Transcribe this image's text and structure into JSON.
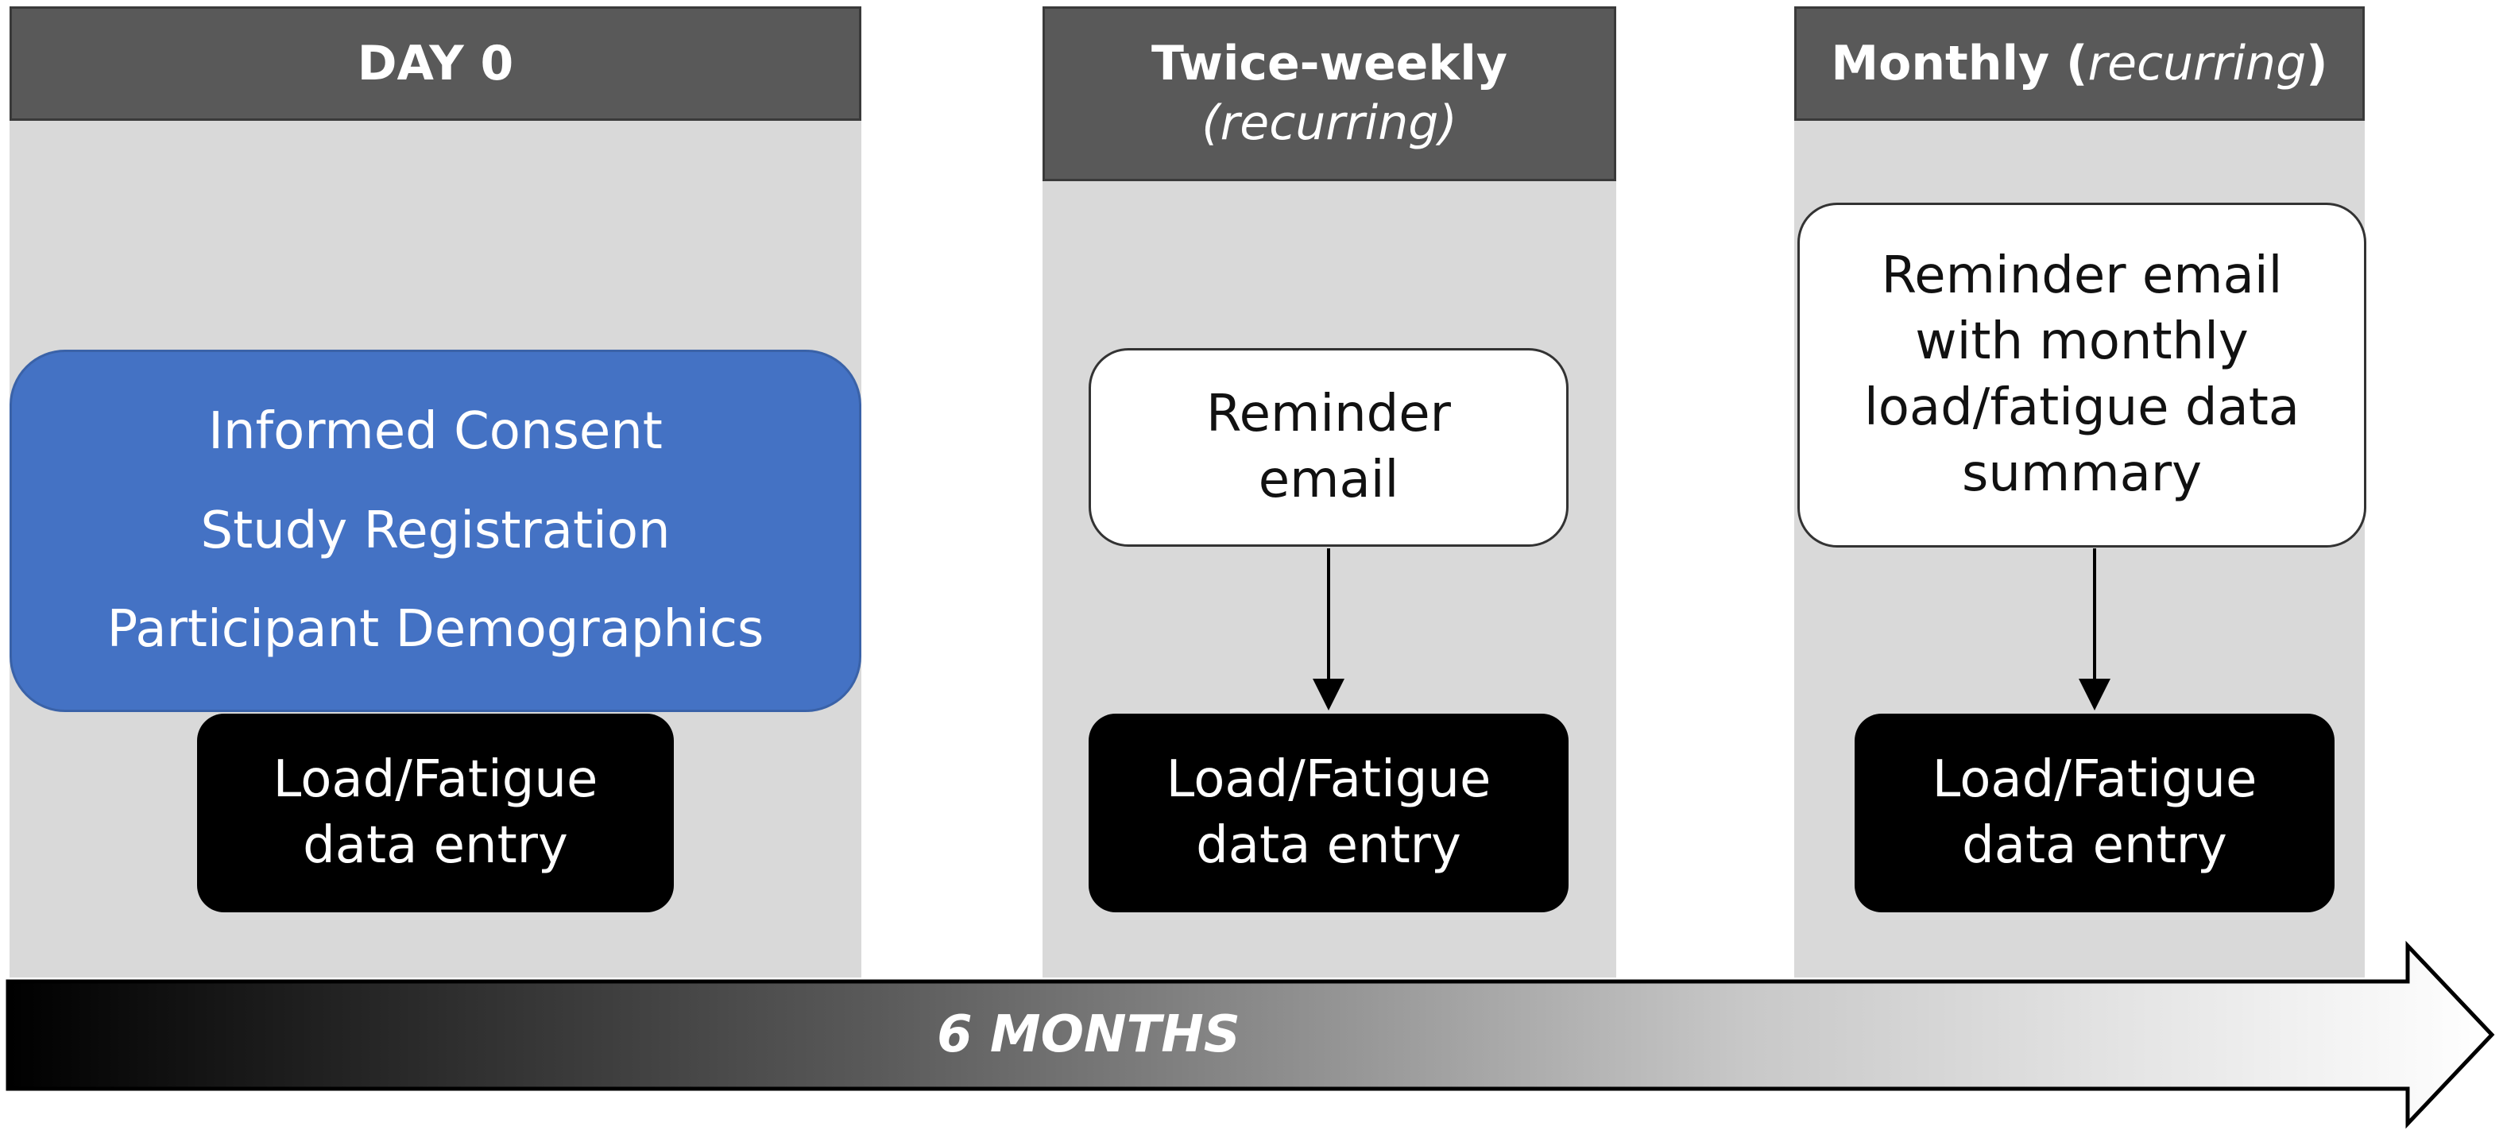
{
  "columns": [
    {
      "header": {
        "text": "DAY 0"
      },
      "consent_box": [
        "Informed Consent",
        "Study Registration",
        "Participant Demographics"
      ],
      "entry_box": [
        "Load/Fatigue",
        "data entry"
      ]
    },
    {
      "header": {
        "line1": "Twice-weekly",
        "line2_italic": "(recurring)"
      },
      "reminder_box": [
        "Reminder",
        "email"
      ],
      "entry_box": [
        "Load/Fatigue",
        "data entry"
      ]
    },
    {
      "header": {
        "prefix": "Monthly (",
        "italic": "recurring",
        "suffix": ")"
      },
      "reminder_box": [
        "Reminder email",
        "with monthly",
        "load/fatigue data",
        "summary"
      ],
      "entry_box": [
        "Load/Fatigue",
        "data entry"
      ]
    }
  ],
  "timeline": {
    "label": "6 MONTHS"
  },
  "colors": {
    "column_bg": "#d9d9d9",
    "header_bg": "#595959",
    "blue_box": "#4472c4",
    "black_box": "#000000"
  }
}
